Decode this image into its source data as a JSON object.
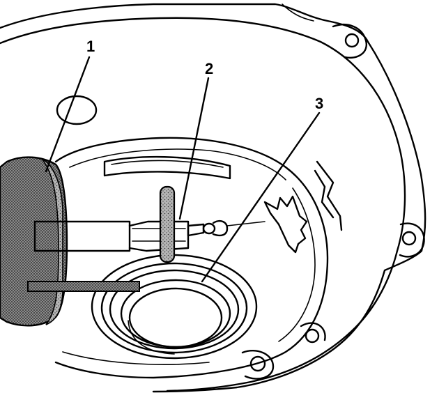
{
  "callouts": [
    {
      "label": "1"
    },
    {
      "label": "2"
    },
    {
      "label": "3"
    }
  ],
  "colors": {
    "line": "#000000",
    "background": "#ffffff",
    "stipple": "#5a5a5a"
  }
}
